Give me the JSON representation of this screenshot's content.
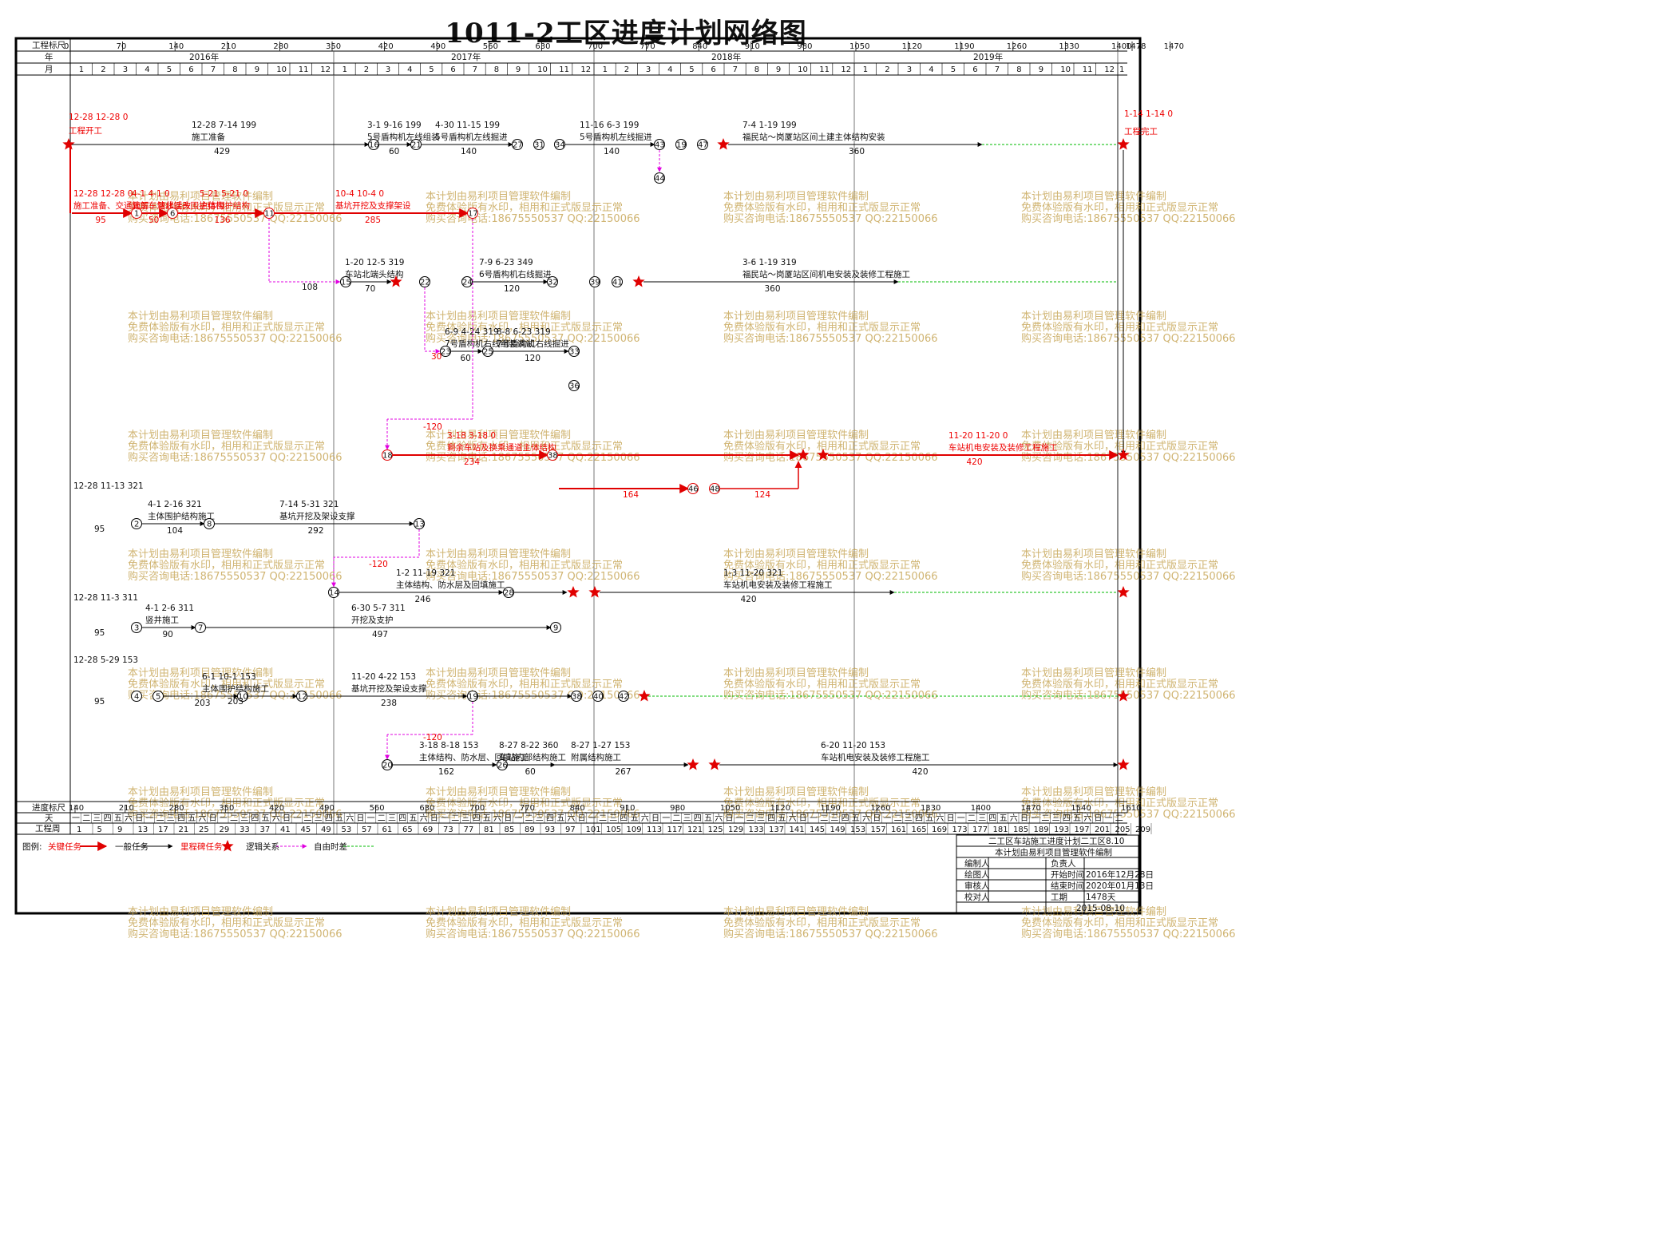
{
  "title": "1011-2工区进度计划网络图",
  "scale": {
    "top_label": "工程标尺",
    "bottom_label": "进度标尺",
    "year_label": "年",
    "month_label": "月",
    "day_label": "天",
    "week_label": "工程周",
    "top_ticks": [
      "0",
      "70",
      "140",
      "210",
      "280",
      "350",
      "420",
      "490",
      "560",
      "630",
      "700",
      "770",
      "840",
      "910",
      "980",
      "1050",
      "1120",
      "1190",
      "1260",
      "1330",
      "1400",
      "1470",
      "1478"
    ],
    "bottom_ticks": [
      "140",
      "210",
      "280",
      "350",
      "420",
      "490",
      "560",
      "630",
      "700",
      "770",
      "840",
      "910",
      "980",
      "1050",
      "1120",
      "1190",
      "1260",
      "1330",
      "1400",
      "1470",
      "1540",
      "1610"
    ],
    "years": [
      "2016年",
      "2017年",
      "2018年",
      "2019年"
    ],
    "week_numbers": [
      "1",
      "5",
      "9",
      "13",
      "17",
      "21",
      "25",
      "29",
      "33",
      "37",
      "41",
      "45",
      "49",
      "53",
      "57",
      "61",
      "65",
      "69",
      "73",
      "77",
      "81",
      "85",
      "89",
      "93",
      "97",
      "101",
      "105",
      "109",
      "113",
      "117",
      "121",
      "125",
      "129",
      "133",
      "137",
      "141",
      "145",
      "149",
      "153",
      "157",
      "161",
      "165",
      "169",
      "173",
      "177",
      "181",
      "185",
      "189",
      "193",
      "197",
      "201",
      "205",
      "209"
    ],
    "weekdays": [
      "一",
      "二",
      "三",
      "四",
      "五",
      "六",
      "日"
    ]
  },
  "watermark": {
    "line1": "本计划由易利项目管理软件编制",
    "line2": "免费体验版有水印，相用和正式版显示正常",
    "line3": "购买咨询电话:18675550537 QQ:22150066"
  },
  "tasks": [
    {
      "name": "工程开工",
      "dates": "12-28 12-28 0",
      "dur": "",
      "critical": true
    },
    {
      "name": "施工准备",
      "dates": "12-28 7-14 199",
      "dur": "429",
      "critical": false
    },
    {
      "name": "5号盾构机左线组装",
      "dates": "3-1 9-16 199",
      "dur": "60",
      "critical": false
    },
    {
      "name": "5号盾构机左线掘进",
      "dates": "4-30 11-15 199",
      "dur": "140",
      "critical": false
    },
    {
      "name": "5号盾构机左线掘进",
      "dates": "11-16 6-3 199",
      "dur": "140",
      "critical": false
    },
    {
      "name": "福民站～岗厦站区间土建主体结构安装",
      "dates": "7-4 1-19 199",
      "dur": "360",
      "critical": false
    },
    {
      "name": "工程完工",
      "dates": "1-14 1-14 0",
      "dur": "",
      "critical": true
    },
    {
      "name": "施工准备、交通疏解、管线迁改",
      "dates": "12-28 12-28 0",
      "dur": "95",
      "critical": true
    },
    {
      "name": "施工车站北端头围护结构",
      "dates": "4-1 4-1 0",
      "dur": "50",
      "critical": true
    },
    {
      "name": "主体围护结构",
      "dates": "5-21 5-21 0",
      "dur": "136",
      "critical": true
    },
    {
      "name": "基坑开挖及支撑架设",
      "dates": "10-4 10-4 0",
      "dur": "285",
      "critical": true
    },
    {
      "name": "车站北端头结构",
      "dates": "1-20 12-5 319",
      "dur": "70",
      "critical": false
    },
    {
      "name": "6号盾构机右线掘进",
      "dates": "7-9 6-23 349",
      "dur": "120",
      "critical": false
    },
    {
      "name": "福民站～岗厦站区间机电安装及装修工程施工",
      "dates": "3-6 1-19 319",
      "dur": "360",
      "critical": false
    },
    {
      "name": "7号盾构机右线组装调试",
      "dates": "6-9 4-24 319",
      "dur": "60",
      "critical": false
    },
    {
      "name": "7号盾构机右线掘进",
      "dates": "8-8 6-23 319",
      "dur": "120",
      "critical": false
    },
    {
      "name": "剩余车站及换乘通道主体结构",
      "dates": "3-18 3-18 0",
      "dur": "234",
      "critical": true
    },
    {
      "name": "车站机电安装及装修工程施工",
      "dates": "11-20 11-20 0",
      "dur": "420",
      "critical": true
    },
    {
      "name": "主体围护结构施工",
      "dates": "4-1 2-16 321",
      "dur": "104",
      "critical": false
    },
    {
      "name": "基坑开挖及架设支撑",
      "dates": "7-14 5-31 321",
      "dur": "292",
      "critical": false
    },
    {
      "name": "主体结构、防水层及回填施工",
      "dates": "1-2 11-19 321",
      "dur": "246",
      "critical": false
    },
    {
      "name": "车站机电安装及装修工程施工",
      "dates": "1-3 11-20 321",
      "dur": "420",
      "critical": false
    },
    {
      "name": "竖井施工",
      "dates": "4-1 2-6 311",
      "dur": "90",
      "critical": false
    },
    {
      "name": "开挖及支护",
      "dates": "6-30 5-7 311",
      "dur": "497",
      "critical": false
    },
    {
      "name": "主体围护结构施工",
      "dates": "6-1 10-1 153",
      "dur": "203",
      "critical": false
    },
    {
      "name": "基坑开挖及架设支撑",
      "dates": "11-20 4-22 153",
      "dur": "238",
      "critical": false
    },
    {
      "name": "主体结构、防水层、回填施工",
      "dates": "3-18 8-18 153",
      "dur": "162",
      "critical": false
    },
    {
      "name": "车站内部结构施工",
      "dates": "8-27 8-22 360",
      "dur": "60",
      "critical": false
    },
    {
      "name": "附属结构施工",
      "dates": "8-27 1-27 153",
      "dur": "267",
      "critical": false
    },
    {
      "name": "车站机电安装及装修工程施工",
      "dates": "6-20 11-20 153",
      "dur": "420",
      "critical": false
    }
  ],
  "legend": {
    "label": "图例:",
    "critical": "关键任务",
    "normal": "一般任务",
    "milestone": "里程碑任务",
    "logic": "逻辑关系",
    "free_float": "自由时差"
  },
  "title_block": {
    "header": "二工区车站施工进度计划二工区8.10",
    "sub": "本计划由易利项目管理软件编制",
    "rows": [
      [
        "编制人",
        "",
        "负责人",
        ""
      ],
      [
        "绘图人",
        "",
        "开始时间",
        "2016年12月28日"
      ],
      [
        "审核人",
        "",
        "结束时间",
        "2020年01月13日"
      ],
      [
        "校对人",
        "",
        "工期",
        "1478天"
      ]
    ],
    "date": "2015-08-10"
  },
  "colors": {
    "critical": "#e00000",
    "normal": "#000000",
    "float": "#00bb00",
    "logic": "#e000e0",
    "watermark": "#c8a85a"
  }
}
